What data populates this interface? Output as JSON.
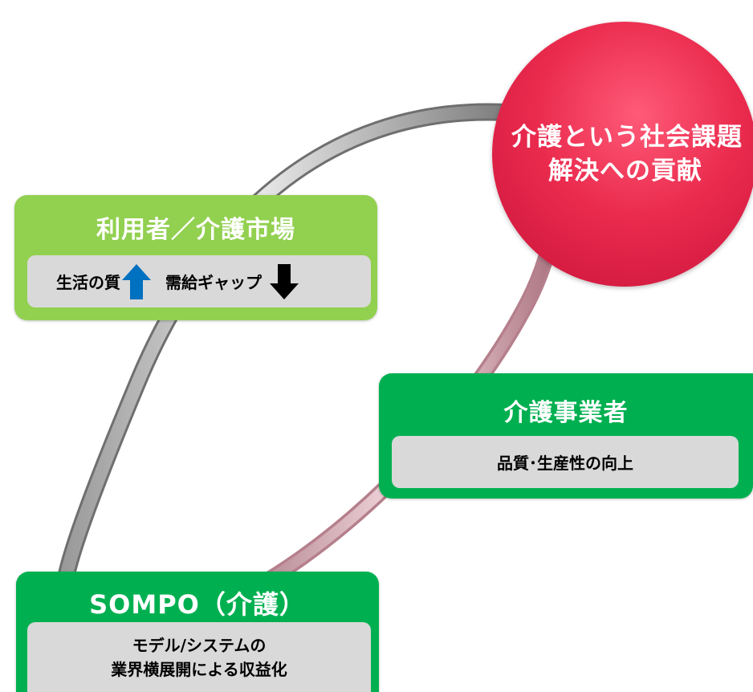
{
  "circle": {
    "line1": "介護という社会課題",
    "line2": "解決への貢献",
    "color": "#ea2b4e"
  },
  "user_market": {
    "title": "利用者／介護市場",
    "item1": "生活の質",
    "item1_arrow": "up-arrow-icon",
    "item2": "需給ギャップ",
    "item2_arrow": "down-arrow-icon",
    "color": "#92d050"
  },
  "care_provider": {
    "title": "介護事業者",
    "item": "品質･生産性の向上",
    "color": "#00b050"
  },
  "sompo": {
    "title": "SOMPO（介護）",
    "line1": "モデル/システムの",
    "line2": "業界横展開による収益化",
    "color": "#00b050"
  }
}
